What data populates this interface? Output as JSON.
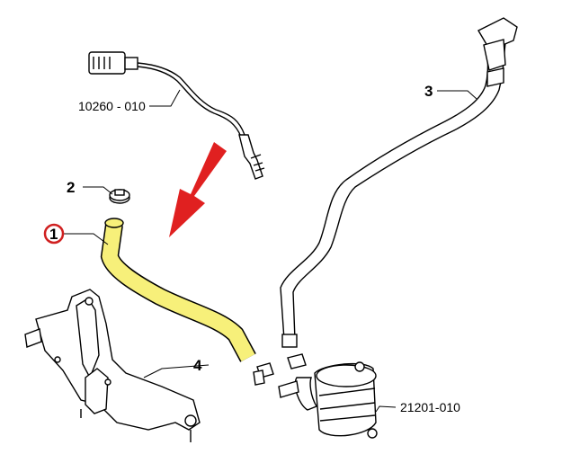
{
  "callouts": {
    "part1": "1",
    "part2": "2",
    "part3": "3",
    "part4": "4",
    "ref_sensor": "10260 - 010",
    "ref_cooler": "21201-010"
  },
  "colors": {
    "highlight_hose": "#f7f07a",
    "arrow": "#e02020",
    "callout_ring": "#d02020",
    "line": "#000000"
  },
  "icons": [
    "red-arrow-icon",
    "circled-callout-icon"
  ]
}
